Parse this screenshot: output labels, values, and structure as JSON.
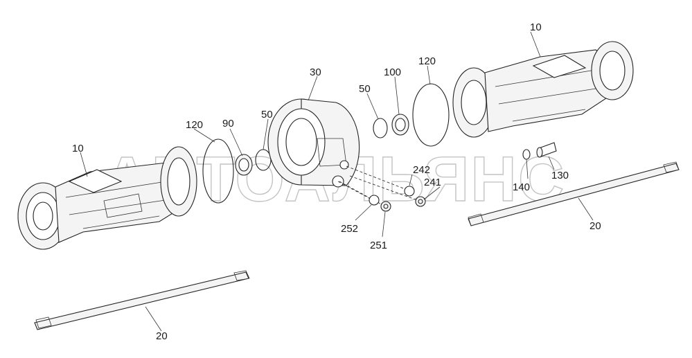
{
  "watermark": "АВТОАЛЬЯНС",
  "callouts": {
    "housing_right": "10",
    "housing_left": "10",
    "shaft_right": "20",
    "shaft_left": "20",
    "center_housing": "30",
    "oring_left": "50",
    "oring_right": "50",
    "seal_left": "90",
    "seal_right": "100",
    "ring_left": "120",
    "ring_right": "120",
    "bolt": "130",
    "washer": "140",
    "plug_241": "241",
    "plug_242": "242",
    "plug_251": "251",
    "plug_252": "252"
  },
  "icons": [
    "axle-housing",
    "axle-shaft",
    "center-housing",
    "o-ring",
    "oil-seal",
    "bolt",
    "washer",
    "drain-plug"
  ]
}
